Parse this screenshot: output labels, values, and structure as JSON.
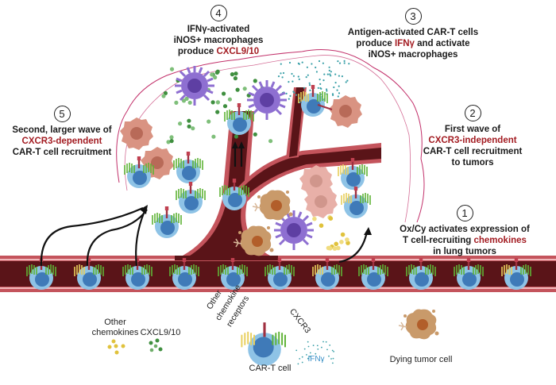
{
  "figure": {
    "title": "CAR-T cell recruitment to lung tumors after Ox/Cy",
    "colors": {
      "vessel_dark": "#5a1418",
      "vessel_wall": "#c4545c",
      "vessel_light": "#f0b8bb",
      "car_t_outer": "#8ec3e6",
      "car_t_nucleus": "#3f7ab8",
      "cxcr3_receptor": "#5fb336",
      "other_receptor": "#e8cf5c",
      "macrophage": "#8e6fd1",
      "tumor_cell": "#d99382",
      "dying_tumor_cell": "#c99a6a",
      "cxcl9_10": "#3f8f3f",
      "other_chemokines": "#e0c23c",
      "ifng": "#3aa0a8",
      "highlight_text": "#a31c22"
    }
  },
  "steps": [
    {
      "number": "1",
      "lines": [
        "Ox/Cy activates expression of",
        "T cell-recruiting ",
        "chemokines",
        "in lung tumors"
      ]
    },
    {
      "number": "2",
      "lines": [
        "First wave of",
        "CXCR3-independent",
        "CAR-T cell recruitment",
        "to tumors"
      ]
    },
    {
      "number": "3",
      "lines": [
        "Antigen-activated CAR-T cells",
        "produce ",
        "IFNγ",
        " and activate",
        "iNOS+ macrophages"
      ]
    },
    {
      "number": "4",
      "lines": [
        "IFNγ-activated",
        "iNOS+ macrophages",
        "produce ",
        "CXCL9/10"
      ]
    },
    {
      "number": "5",
      "lines": [
        "Second, larger wave of",
        "CXCR3-dependent",
        "CAR-T cell recruitment"
      ]
    }
  ],
  "legend": {
    "other_chemokines": "Other\nchemokines",
    "other_chemokines_l1": "Other",
    "other_chemokines_l2": "chemokines",
    "cxcl": "CXCL9/10",
    "receptor_other_l1": "Other",
    "receptor_other_l2": "chemokine",
    "receptor_other_l3": "receptors",
    "receptor_cxcr3": "CXCR3",
    "car_t": "CAR-T cell",
    "ifng": "IFNγ",
    "dying": "Dying tumor cell"
  }
}
